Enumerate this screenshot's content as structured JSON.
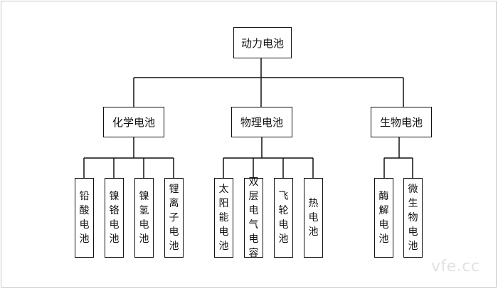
{
  "root": "动力电池",
  "branches": [
    {
      "label": "化学电池",
      "leaves": [
        "铅酸电池",
        "镍铬电池",
        "镍氢电池",
        "锂离子电池"
      ]
    },
    {
      "label": "物理电池",
      "leaves": [
        "太阳能电池",
        "双层电气电容",
        "飞轮电池",
        "热电池"
      ]
    },
    {
      "label": "生物电池",
      "leaves": [
        "酶解电池",
        "微生物电池"
      ]
    }
  ],
  "watermark": "vfe.cc"
}
